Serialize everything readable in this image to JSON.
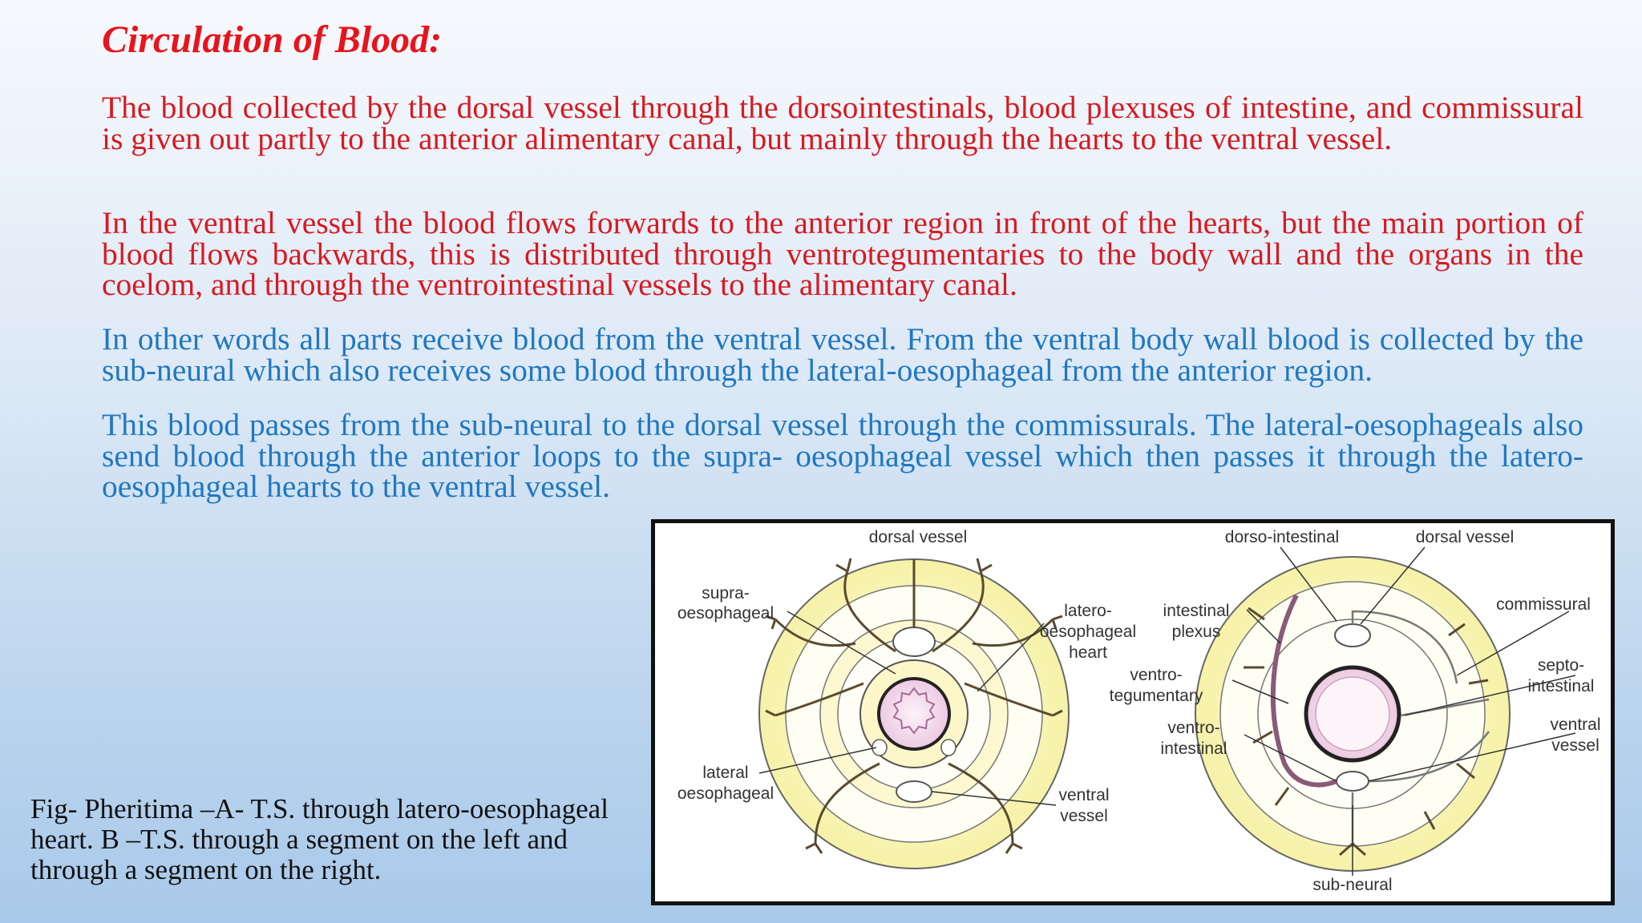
{
  "title": "Circulation of Blood:",
  "paragraphs": {
    "p1": "The blood collected by the dorsal vessel through the dorsointestinals, blood plexuses of intestine, and commissural is given out partly to the anterior alimentary canal, but mainly through the hearts to the ventral vessel.",
    "p2": "In the ventral vessel the blood flows forwards to the anterior region in front of the hearts, but the main portion of blood flows backwards, this is distributed through ventrotegumentaries to the body wall and the organs in the coelom, and through the ventrointestinal vessels to the alimentary canal.",
    "p3": "In other words all parts receive blood from the ventral vessel. From the ventral body wall blood is collected by the sub-neural which also receives some blood through the lateral-oesophageal from the anterior region.",
    "p4": "This blood passes from the sub-neural to the dorsal vessel through the commissurals. The lateral-oesophageals also send blood through the anterior loops to the supra- oesophageal vessel which then passes it through the latero-oesophageal hearts to the ventral vessel."
  },
  "caption": "Fig- Pheritima –A-     T.S. through latero-oesophageal heart. B –T.S. through a segment on the left and through a segment on the right.",
  "figure": {
    "labels": {
      "dorsal_vessel_a": "dorsal vessel",
      "supra_1": "supra-",
      "supra_2": "oesophageal",
      "latero_1": "latero-",
      "latero_2": "oesophageal",
      "latero_3": "heart",
      "lateral_1": "lateral",
      "lateral_2": "oesophageal",
      "ventral_vessel_a_1": "ventral",
      "ventral_vessel_a_2": "vessel",
      "dorso_intestinal": "dorso-intestinal",
      "dorsal_vessel_b": "dorsal vessel",
      "intestinal_1": "intestinal",
      "intestinal_2": "plexus",
      "commissural": "commissural",
      "ventro_teg_1": "ventro-",
      "ventro_teg_2": "tegumentary",
      "septo_1": "septo-",
      "septo_2": "intestinal",
      "ventro_int_1": "ventro-",
      "ventro_int_2": "intestinal",
      "ventral_vessel_b_1": "ventral",
      "ventral_vessel_b_2": "vessel",
      "sub_neural": "sub-neural"
    }
  },
  "colors": {
    "title": "#e8141c",
    "text_red": "#d81920",
    "text_blue": "#1f78c1",
    "figure_yellow": "#f3ef9c",
    "intestine_pink": "#f1d6e8"
  }
}
